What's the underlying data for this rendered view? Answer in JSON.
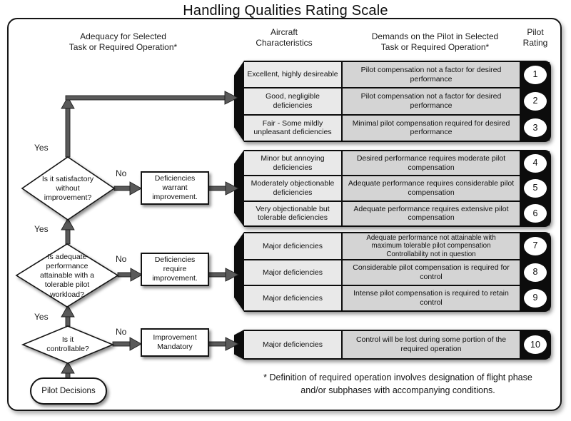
{
  "title": "Handling Qualities Rating Scale",
  "colors": {
    "band_black": "#0c0c0c",
    "cell_light": "#e9e9e9",
    "cell_mid": "#d4d4d4",
    "arrow_gray": "#5a5a5a"
  },
  "headers": {
    "adequacy": "Adequacy for Selected\nTask or Required Operation*",
    "aircraft": "Aircraft\nCharacteristics",
    "demands": "Demands on the Pilot in Selected\nTask or Required Operation*",
    "rating": "Pilot\nRating"
  },
  "flowchart": {
    "yes_label": "Yes",
    "no_label": "No",
    "decision1": "Is it satisfactory\nwithout\nimprovement?",
    "decision2": "Is adequate\nperformance\nattainable with a\ntolerable pilot\nworkload?",
    "decision3": "Is it\ncontrollable?",
    "action1": "Deficiencies\nwarrant\nimprovement.",
    "action2": "Deficiencies\nrequire\nimprovement.",
    "action3": "Improvement\nMandatory",
    "terminal": "Pilot Decisions"
  },
  "groups": [
    {
      "rows": [
        {
          "characteristics": "Excellent, highly desireable",
          "demands": "Pilot compensation not a factor for desired performance",
          "rating": "1"
        },
        {
          "characteristics": "Good, negligible deficiencies",
          "demands": "Pilot compensation not a factor for desired performance",
          "rating": "2"
        },
        {
          "characteristics": "Fair - Some mildly unpleasant deficiencies",
          "demands": "Minimal pilot compensation required for desired performance",
          "rating": "3"
        }
      ]
    },
    {
      "rows": [
        {
          "characteristics": "Minor but annoying deficiencies",
          "demands": "Desired performance requires moderate pilot compensation",
          "rating": "4"
        },
        {
          "characteristics": "Moderately objectionable deficiencies",
          "demands": "Adequate performance requires considerable pilot compensation",
          "rating": "5"
        },
        {
          "characteristics": "Very objectionable but tolerable deficiencies",
          "demands": "Adequate performance requires extensive pilot compensation",
          "rating": "6"
        }
      ]
    },
    {
      "rows": [
        {
          "characteristics": "Major deficiencies",
          "demands": "Adequate performance not attainable with\nmaximum tolerable pilot compensation\nControllability not in question",
          "rating": "7"
        },
        {
          "characteristics": "Major deficiencies",
          "demands": "Considerable pilot compensation is required for control",
          "rating": "8"
        },
        {
          "characteristics": "Major deficiencies",
          "demands": "Intense pilot compensation is required to retain control",
          "rating": "9"
        }
      ]
    },
    {
      "rows": [
        {
          "characteristics": "Major deficiencies",
          "demands": "Control will be lost during some portion of the required operation",
          "rating": "10"
        }
      ]
    }
  ],
  "footnote": "* Definition of required operation involves designation of flight phase\nand/or subphases with accompanying conditions."
}
